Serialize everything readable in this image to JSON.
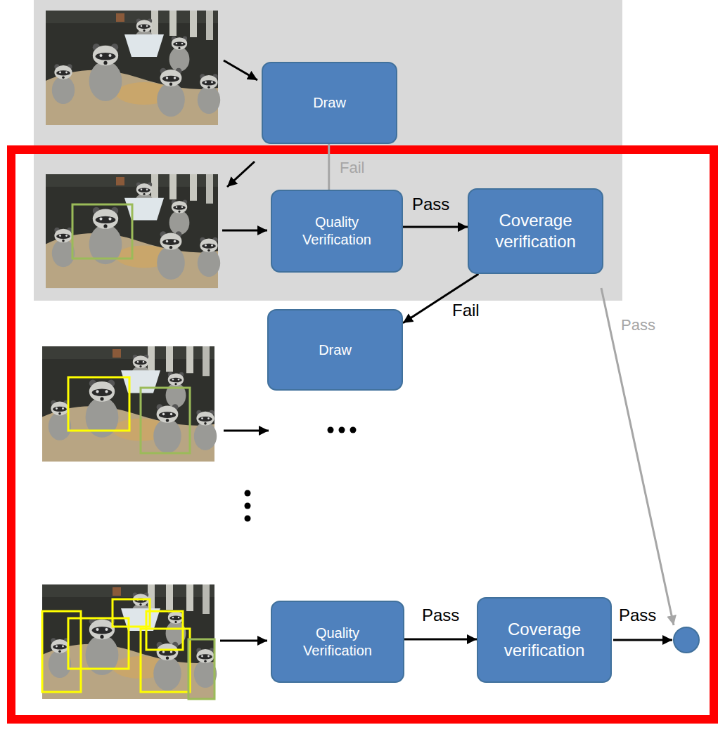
{
  "diagram": {
    "nodes": [
      {
        "text": [
          "Draw"
        ]
      },
      {
        "text": [
          "Quality Verification"
        ]
      },
      {
        "text": [
          "Coverage verification"
        ]
      },
      {
        "text": [
          "Draw"
        ]
      },
      {
        "text": [
          "Quality Verification"
        ]
      },
      {
        "text": [
          "Coverage verification"
        ]
      }
    ],
    "edges": [
      {
        "from": 1,
        "to": 2,
        "arrow": "to",
        "label": "Pass"
      },
      {
        "from": 1,
        "to": 0,
        "arrow": "none",
        "label": "Fail"
      },
      {
        "from": 2,
        "to": 3,
        "arrow": "to",
        "label": "Fail"
      },
      {
        "from": 4,
        "to": 5,
        "arrow": "to",
        "label": "Pass"
      }
    ],
    "labels": [
      "Pass",
      "Pass"
    ]
  }
}
